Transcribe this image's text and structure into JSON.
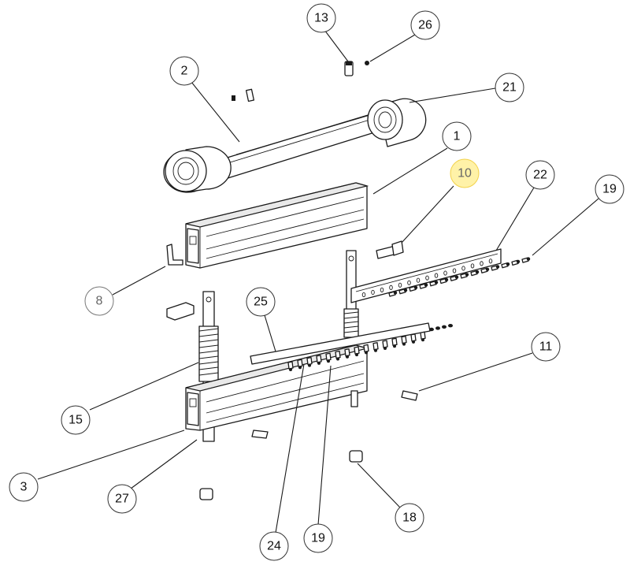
{
  "diagram": {
    "balloons": [
      {
        "id": "b13",
        "label": "13"
      },
      {
        "id": "b26",
        "label": "26"
      },
      {
        "id": "b2",
        "label": "2"
      },
      {
        "id": "b21",
        "label": "21"
      },
      {
        "id": "b1",
        "label": "1"
      },
      {
        "id": "b10",
        "label": "10",
        "highlight_color": "#fff2a8"
      },
      {
        "id": "b22",
        "label": "22"
      },
      {
        "id": "b19a",
        "label": "19"
      },
      {
        "id": "b8",
        "label": "8"
      },
      {
        "id": "b25",
        "label": "25"
      },
      {
        "id": "b11",
        "label": "11"
      },
      {
        "id": "b15",
        "label": "15"
      },
      {
        "id": "b3",
        "label": "3"
      },
      {
        "id": "b27",
        "label": "27"
      },
      {
        "id": "b18",
        "label": "18"
      },
      {
        "id": "b24",
        "label": "24"
      },
      {
        "id": "b19b",
        "label": "19"
      }
    ]
  }
}
